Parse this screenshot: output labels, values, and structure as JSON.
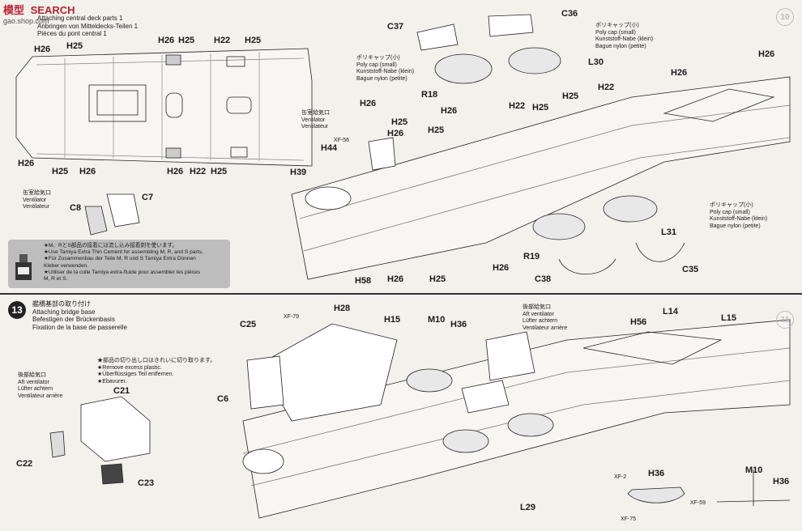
{
  "watermark": {
    "brand": "模型",
    "sub": "SEARCH",
    "url": "gao.shop.com"
  },
  "step12": {
    "title_lines": [
      "Attaching central deck parts 1",
      "Anbringen von Mitteldecks-Teilen 1",
      "Pièces du pont central 1"
    ]
  },
  "step13": {
    "number": "13",
    "title_lines": [
      "艦橋基部の取り付け",
      "Attaching bridge base",
      "Befestigen der Brückenbasis",
      "Fixation de la base de passerelle"
    ]
  },
  "side_numbers": [
    "10",
    "11"
  ],
  "notes": {
    "ventilator_top": [
      "缶室給気口",
      "Ventilator",
      "Ventilateur"
    ],
    "ventilator_left": [
      "缶室給気口",
      "Ventilator",
      "Ventilateur"
    ],
    "poly_cap_1": [
      "ポリキャップ(小)",
      "Poly cap (small)",
      "Kunststoff-Nabe (klein)",
      "Bague nylon (petite)"
    ],
    "poly_cap_2": [
      "ポリキャップ(小)",
      "Poly cap (small)",
      "Kunststoff-Nabe (klein)",
      "Bague nylon (petite)"
    ],
    "poly_cap_3": [
      "ポリキャップ(小)",
      "Poly cap (small)",
      "Kunststoff-Nabe (klein)",
      "Bague nylon (petite)"
    ],
    "aft_vent_left": [
      "後部給気口",
      "Aft ventilator",
      "Lüfter achtern",
      "Ventilateur arrière"
    ],
    "aft_vent_center": [
      "後部給気口",
      "Aft ventilator",
      "Lüfter achtern",
      "Ventilateur arrière"
    ],
    "remove_plastic": [
      "★部品の切り出し口はきれいに切り取ります。",
      "★Remove excess plastic.",
      "★Überflüssiges Teil entfernen.",
      "★Ebavurer."
    ],
    "cement": [
      "★M、RとS部品の接着には流し込み接着剤を使います。",
      "★Use Tamiya Extra Thin Cement for assembling M, R, and S parts.",
      "★Für Zusammenbau der Teile M, R und S Tamiya Extra Dünnen",
      "Kleber verwenden.",
      "★Utiliser de la colle Tamiya extra-fluide pour assembler les pièces",
      "M, R et S."
    ]
  },
  "parts_top": [
    {
      "id": "h26a",
      "text": "H26"
    },
    {
      "id": "h25a",
      "text": "H25"
    },
    {
      "id": "h26b",
      "text": "H26"
    },
    {
      "id": "h25b",
      "text": "H25"
    },
    {
      "id": "h22a",
      "text": "H22"
    },
    {
      "id": "h25c",
      "text": "H25"
    },
    {
      "id": "h26c",
      "text": "H26"
    },
    {
      "id": "h25d",
      "text": "H25"
    },
    {
      "id": "h26d",
      "text": "H26"
    },
    {
      "id": "h26e",
      "text": "H26"
    },
    {
      "id": "h22b",
      "text": "H22"
    },
    {
      "id": "h25e",
      "text": "H25"
    },
    {
      "id": "h26f",
      "text": "H26"
    },
    {
      "id": "c7",
      "text": "C7"
    },
    {
      "id": "c8",
      "text": "C8"
    },
    {
      "id": "c37",
      "text": "C37"
    },
    {
      "id": "c36",
      "text": "C36"
    },
    {
      "id": "l30",
      "text": "L30"
    },
    {
      "id": "r18",
      "text": "R18"
    },
    {
      "id": "h26g",
      "text": "H26"
    },
    {
      "id": "h22c",
      "text": "H22"
    },
    {
      "id": "h25f",
      "text": "H25"
    },
    {
      "id": "h25g",
      "text": "H25"
    },
    {
      "id": "h26h",
      "text": "H26"
    },
    {
      "id": "h26i",
      "text": "H26"
    },
    {
      "id": "h25h",
      "text": "H25"
    },
    {
      "id": "h22d",
      "text": "H22"
    },
    {
      "id": "h26j",
      "text": "H26"
    },
    {
      "id": "h25i",
      "text": "H25"
    },
    {
      "id": "xf56",
      "text": "XF-56"
    },
    {
      "id": "h44",
      "text": "H44"
    },
    {
      "id": "h39",
      "text": "H39"
    },
    {
      "id": "l31",
      "text": "L31"
    },
    {
      "id": "c35",
      "text": "C35"
    },
    {
      "id": "r19",
      "text": "R19"
    },
    {
      "id": "c38",
      "text": "C38"
    },
    {
      "id": "h26k",
      "text": "H26"
    },
    {
      "id": "h58",
      "text": "H58"
    },
    {
      "id": "h26l",
      "text": "H26"
    },
    {
      "id": "h25j",
      "text": "H25"
    }
  ],
  "parts_bottom": [
    {
      "id": "xf79",
      "text": "XF-79"
    },
    {
      "id": "h28",
      "text": "H28"
    },
    {
      "id": "c25",
      "text": "C25"
    },
    {
      "id": "h15",
      "text": "H15"
    },
    {
      "id": "m10a",
      "text": "M10"
    },
    {
      "id": "h36a",
      "text": "H36"
    },
    {
      "id": "h56",
      "text": "H56"
    },
    {
      "id": "l14",
      "text": "L14"
    },
    {
      "id": "l15",
      "text": "L15"
    },
    {
      "id": "c6",
      "text": "C6"
    },
    {
      "id": "c21",
      "text": "C21"
    },
    {
      "id": "c22",
      "text": "C22"
    },
    {
      "id": "c23",
      "text": "C23"
    },
    {
      "id": "l29",
      "text": "L29"
    },
    {
      "id": "xf2",
      "text": "XF-2"
    },
    {
      "id": "h36b",
      "text": "H36"
    },
    {
      "id": "xf59",
      "text": "XF-59"
    },
    {
      "id": "xf75",
      "text": "XF-75"
    },
    {
      "id": "m10b",
      "text": "M10"
    },
    {
      "id": "h36c",
      "text": "H36"
    }
  ]
}
